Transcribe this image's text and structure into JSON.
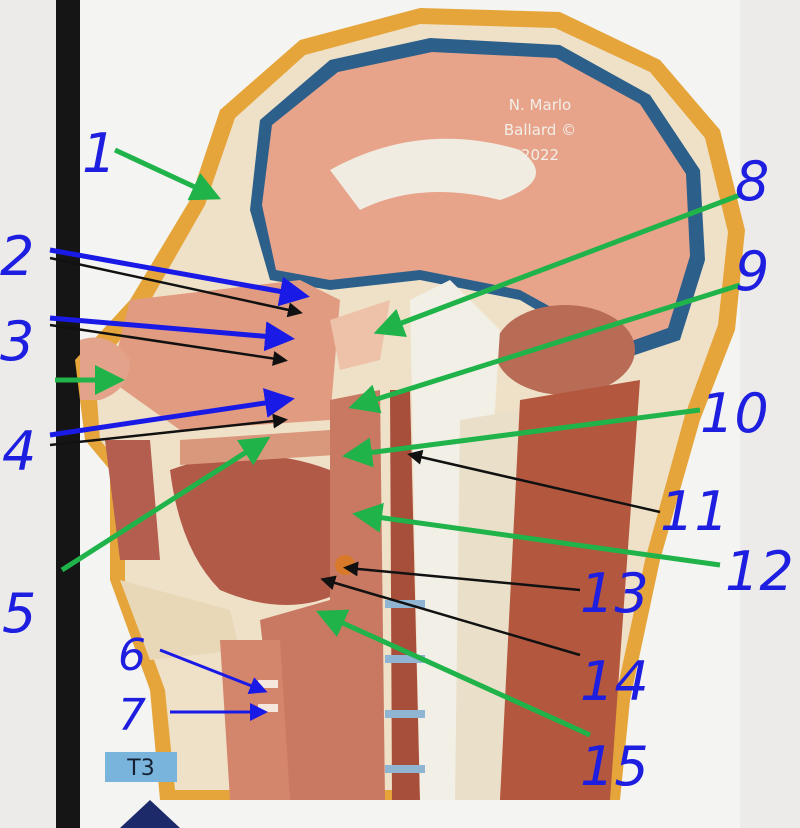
{
  "watermark": {
    "line1": "N. Marlo",
    "line2": "Ballard ©",
    "line3": "2022"
  },
  "model_tag": "T3",
  "labels": [
    "1",
    "2",
    "3",
    "4",
    "5",
    "6",
    "7",
    "8",
    "9",
    "10",
    "11",
    "12",
    "13",
    "14",
    "15"
  ],
  "colors": {
    "label": "#1e1ee0",
    "green_arrow": "#1fb34a",
    "blue_arrow": "#1a1ae6",
    "black_arrow": "#111111"
  }
}
